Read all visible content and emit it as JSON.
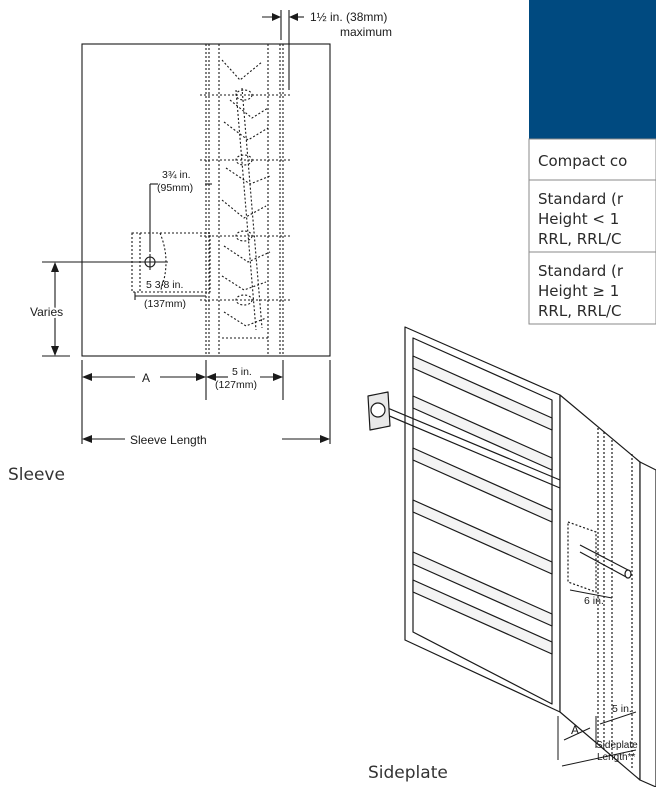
{
  "colors": {
    "table_header": "#004a80",
    "table_border": "#8a8a8a",
    "line": "#1a1a1a"
  },
  "sleeve": {
    "caption": "Sleeve",
    "dim_top_line1": "1½ in. (38mm)",
    "dim_top_line2": "maximum",
    "dim_shaft_line1": "3¾ in.",
    "dim_shaft_line2": "(95mm)",
    "dim_bracket_line1": "5 3/8 in.",
    "dim_bracket_line2": "(137mm)",
    "dim_varies": "Varies",
    "dim_a": "A",
    "dim_5in_line1": "5 in.",
    "dim_5in_line2": "(127mm)",
    "dim_length": "Sleeve Length"
  },
  "sideplate": {
    "caption": "Sideplate",
    "dim_6in": "6 in.",
    "dim_5in": "5 in.",
    "dim_a": "A",
    "dim_length_line1": "Sideplate",
    "dim_length_line2": "Length**"
  },
  "table": {
    "rows": [
      {
        "line1": "Compact co"
      },
      {
        "line1": "Standard (r",
        "line2": "Height < 1",
        "line3": "RRL, RRL/C"
      },
      {
        "line1": "Standard (r",
        "line2": "Height ≥ 1",
        "line3": "RRL, RRL/C"
      }
    ]
  }
}
